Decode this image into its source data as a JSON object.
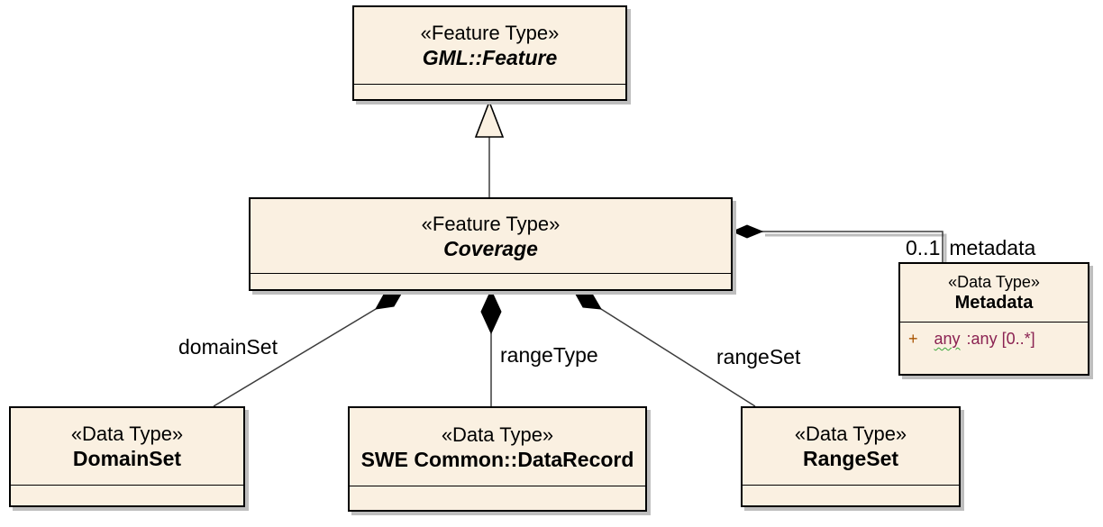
{
  "boxes": {
    "gml": {
      "stereotype": "«Feature Type»",
      "name": "GML::Feature"
    },
    "coverage": {
      "stereotype": "«Feature Type»",
      "name": "Coverage"
    },
    "domainset": {
      "stereotype": "«Data Type»",
      "name": "DomainSet"
    },
    "swe": {
      "stereotype": "«Data Type»",
      "name": "SWE Common::DataRecord"
    },
    "rangeset": {
      "stereotype": "«Data Type»",
      "name": "RangeSet"
    },
    "metadata": {
      "stereotype": "«Data Type»",
      "name": "Metadata",
      "attribute": {
        "visibility": "+",
        "name": "any",
        "type": ":any [0..*]"
      }
    }
  },
  "connector_labels": {
    "domainset": "domainSet",
    "rangetype": "rangeType",
    "rangeset": "rangeSet",
    "metadata_multiplicity": "0..1",
    "metadata_role": "metadata"
  },
  "relationships": {
    "generalization": "Coverage → GML::Feature",
    "compositions": [
      "domainSet → DomainSet",
      "rangeType → SWE Common::DataRecord",
      "rangeSet → RangeSet",
      "0..1 metadata → Metadata"
    ]
  },
  "colors": {
    "box_fill": "#faf0e1",
    "box_border": "#000000",
    "drop_shadow": "#bebebe",
    "connector_line": "#3c3c3c",
    "attribute_text": "#8b2252",
    "attribute_visibility": "#a85400",
    "spellcheck_squiggle": "#3aa63a",
    "background": "#ffffff"
  }
}
